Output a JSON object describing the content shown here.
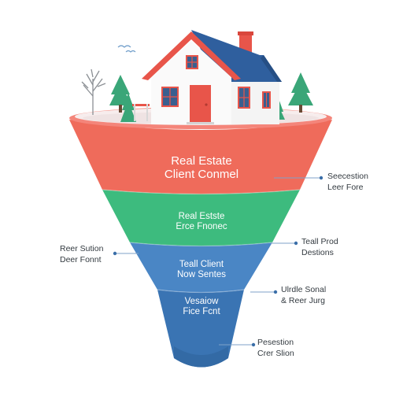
{
  "funnel": {
    "tiers": [
      {
        "lines": [
          "Real Estate",
          "Client Conmel"
        ],
        "color": "#ef6b5b"
      },
      {
        "lines": [
          "Real Estste",
          "Erce Fnonec"
        ],
        "color": "#3dbb7e"
      },
      {
        "lines": [
          "Teall Client",
          "Now Sentes"
        ],
        "color": "#4a86c5"
      },
      {
        "lines": [
          "Vesaiow",
          "Fice Fcnt"
        ],
        "color": "#3a74b3"
      }
    ]
  },
  "callouts": {
    "right": [
      {
        "lines": [
          "Seecestion",
          "Leer Fore"
        ]
      },
      {
        "lines": [
          "Teall Prod",
          "Destions"
        ]
      },
      {
        "lines": [
          "Ulrdle Sonal",
          "& Reer Jurg"
        ]
      },
      {
        "lines": [
          "Pesestion",
          "Crer Slion"
        ]
      }
    ],
    "left": [
      {
        "lines": [
          "Reer Sution",
          "Deer Fonnt"
        ]
      }
    ],
    "dot_color": "#3a6ea8"
  },
  "colors": {
    "house_roof": "#2f5f9e",
    "house_roof_trim": "#e8554a",
    "house_door": "#e8554a",
    "chimney": "#e8554a",
    "trees": "#3aa678"
  }
}
